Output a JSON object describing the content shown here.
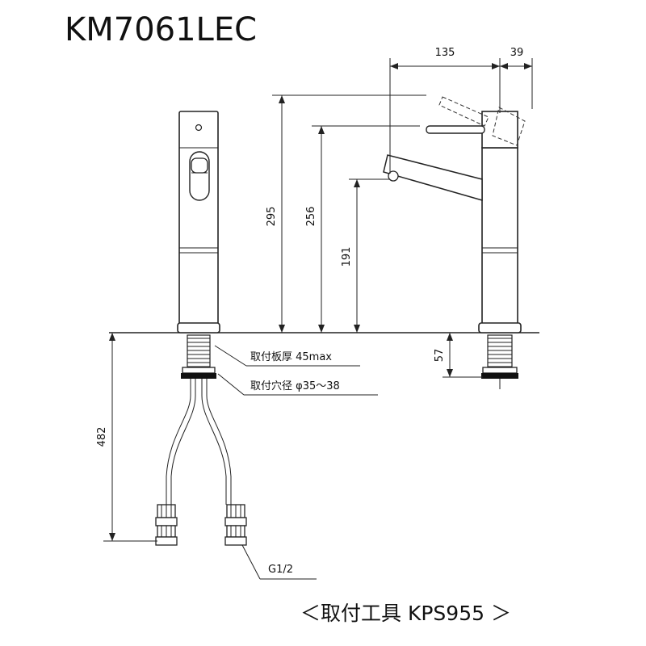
{
  "title": "KM7061LEC",
  "dimensions": {
    "spout_reach": "135",
    "handle_offset": "39",
    "total_height": "295",
    "handle_height": "256",
    "spout_height": "191",
    "shank_length": "57",
    "hose_length": "482"
  },
  "notes": {
    "plate_thickness": "取付板厚 45max",
    "hole_diameter": "取付穴径 φ35～38",
    "connection": "G1/2"
  },
  "footer": "＜取付工具 KPS955 ＞"
}
